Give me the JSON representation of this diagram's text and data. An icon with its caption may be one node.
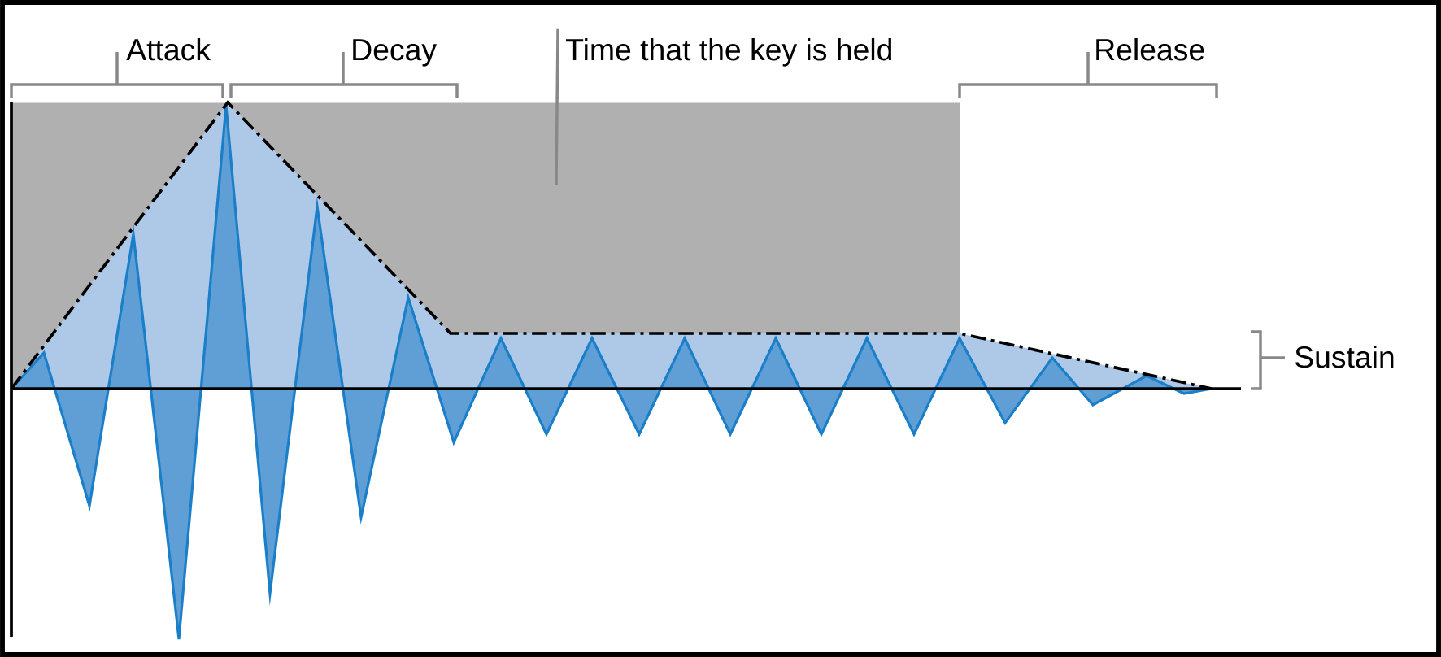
{
  "diagram": {
    "nodes": [
      {
        "text": [
          "Time that the key is held"
        ]
      },
      {
        "text": [],
        "shape": "box"
      }
    ],
    "edges": [
      {
        "from": 0,
        "to": 1,
        "arrow": "none"
      }
    ],
    "labels": [
      "Attack",
      "Decay",
      "Release",
      "Sustain"
    ]
  }
}
